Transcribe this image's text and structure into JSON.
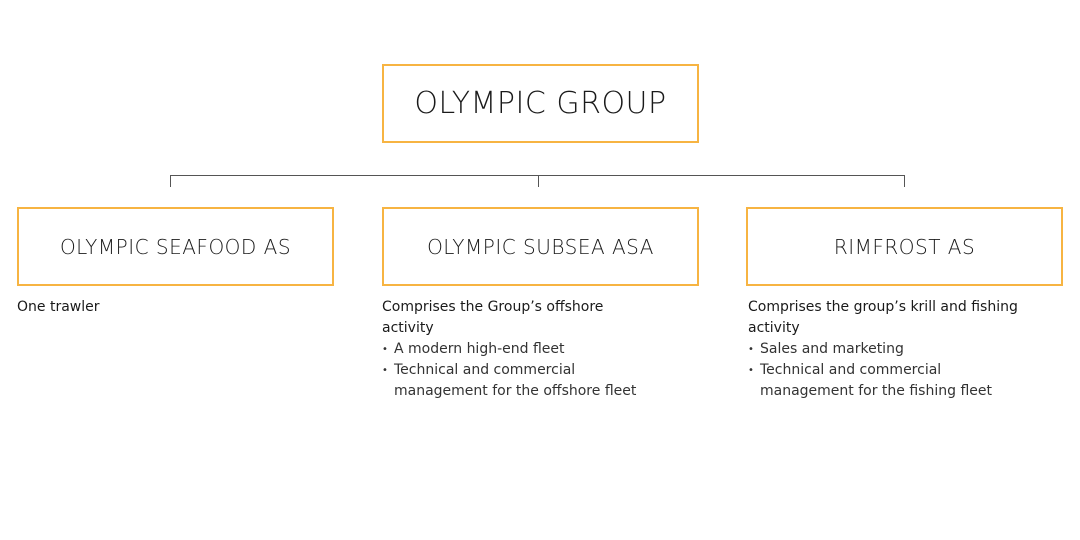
{
  "root": {
    "title": "OLYMPIC GROUP"
  },
  "children": [
    {
      "title": "OLYMPIC SEAFOOD AS",
      "heading": "One trawler",
      "bullets": []
    },
    {
      "title": "OLYMPIC SUBSEA ASA",
      "heading": "Comprises the Group’s offshore activity",
      "bullets": [
        "A modern high-end fleet",
        "Technical and commercial management for the offshore fleet"
      ]
    },
    {
      "title": "RIMFROST AS",
      "heading": "Comprises the group’s krill and fishing activity",
      "bullets": [
        "Sales and marketing",
        "Technical and commercial management for the fishing fleet"
      ]
    }
  ],
  "colors": {
    "accent": "#f7b442",
    "connector": "#555555"
  }
}
